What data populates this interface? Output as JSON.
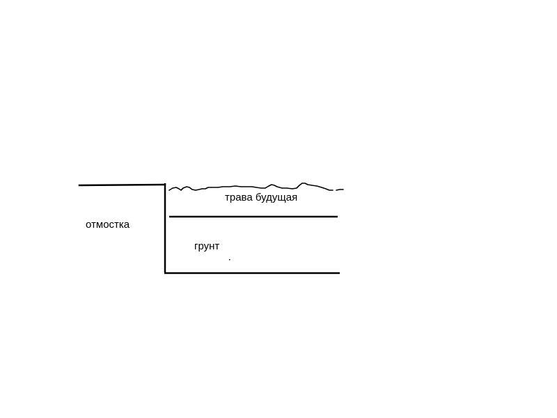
{
  "labels": {
    "otmostka": "отмостка",
    "trava": "трава будущая",
    "grunt": "грунт"
  },
  "colors": {
    "background": "#ffffff",
    "stroke": "#000000"
  }
}
